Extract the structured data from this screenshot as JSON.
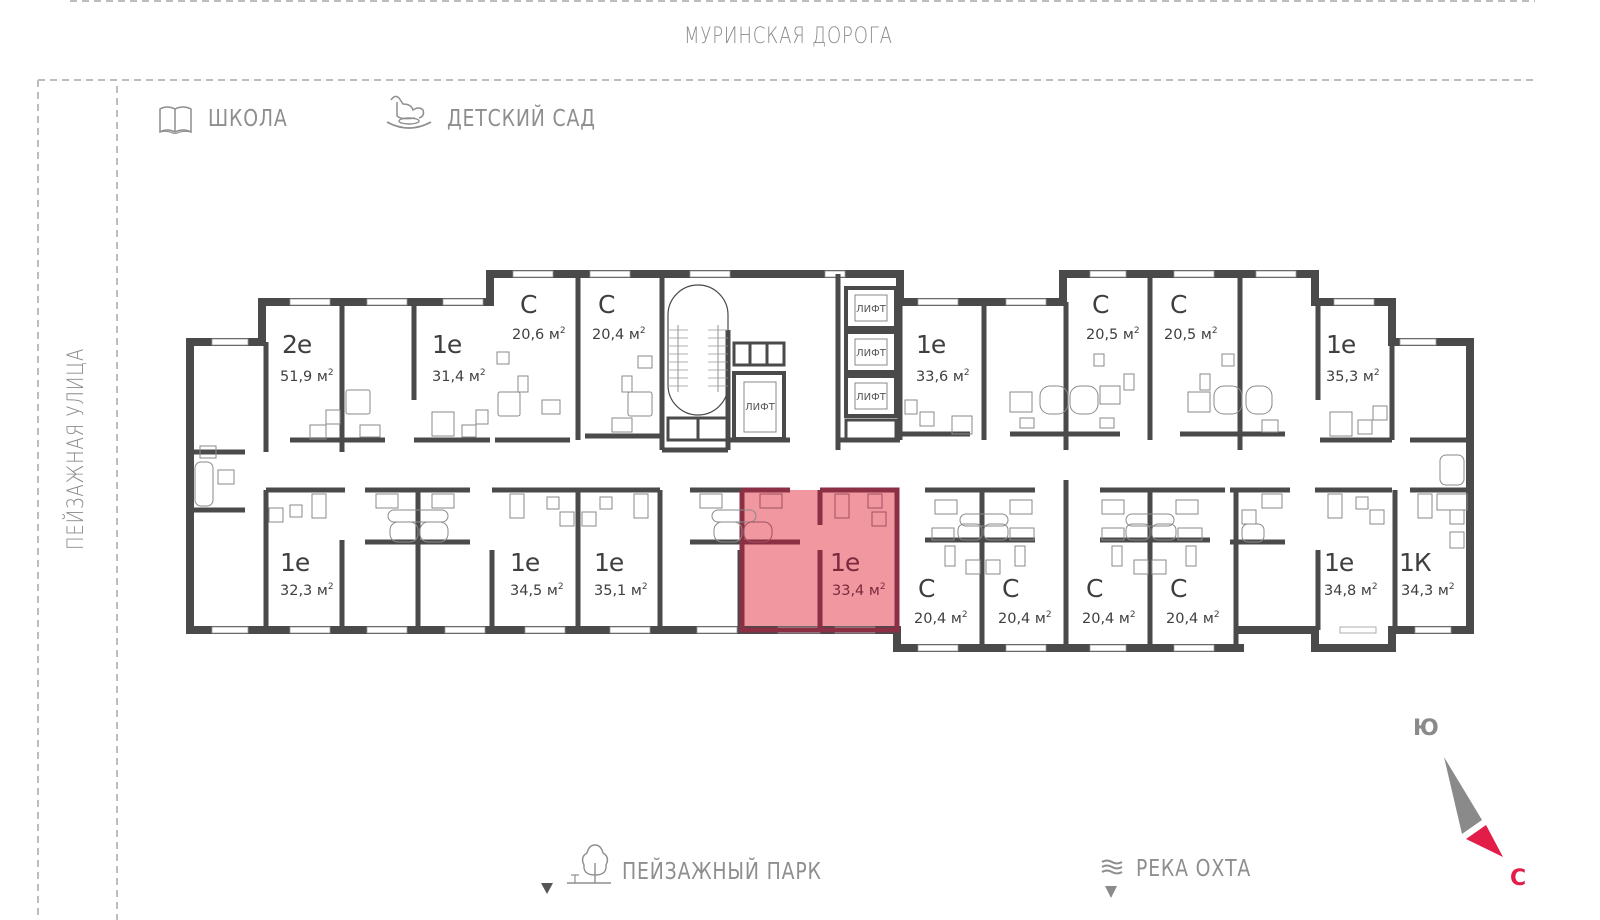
{
  "streets": {
    "north": "МУРИНСКАЯ ДОРОГА",
    "west": "ПЕЙЗАЖНАЯ УЛИЦА"
  },
  "points_of_interest": [
    {
      "id": "school",
      "label": "ШКОЛА",
      "icon": "book-icon"
    },
    {
      "id": "kindergarten",
      "label": "ДЕТСКИЙ САД",
      "icon": "rocking-horse-icon"
    },
    {
      "id": "park",
      "label": "ПЕЙЗАЖНЫЙ ПАРК",
      "icon": "tree-icon"
    },
    {
      "id": "river",
      "label": "РЕКА ОХТА",
      "icon": "waves-icon"
    }
  ],
  "compass": {
    "south": "Ю",
    "north": "С",
    "north_color": "#e11d48",
    "south_color": "#8a8a8a"
  },
  "colors": {
    "wall": "#4a4a4a",
    "selected_fill": "#f0979f",
    "selected_wall": "#8b2f44",
    "dashed": "#bdbdbd"
  },
  "elevator_label": "ЛИФТ",
  "unit_suffix": "м",
  "apartments_top": [
    {
      "type": "2е",
      "area": "51,9"
    },
    {
      "type": "1е",
      "area": "31,4"
    },
    {
      "type": "С",
      "area": "20,6"
    },
    {
      "type": "С",
      "area": "20,4"
    },
    {
      "type": "1е",
      "area": "33,6"
    },
    {
      "type": "С",
      "area": "20,5"
    },
    {
      "type": "С",
      "area": "20,5"
    },
    {
      "type": "1е",
      "area": "35,3"
    }
  ],
  "apartments_bottom": [
    {
      "type": "1е",
      "area": "32,3"
    },
    {
      "type": "1е",
      "area": "34,5"
    },
    {
      "type": "1е",
      "area": "35,1"
    },
    {
      "type": "1е",
      "area": "33,4",
      "selected": true
    },
    {
      "type": "С",
      "area": "20,4"
    },
    {
      "type": "С",
      "area": "20,4"
    },
    {
      "type": "С",
      "area": "20,4"
    },
    {
      "type": "С",
      "area": "20,4"
    },
    {
      "type": "1е",
      "area": "34,8"
    },
    {
      "type": "1К",
      "area": "34,3"
    }
  ]
}
